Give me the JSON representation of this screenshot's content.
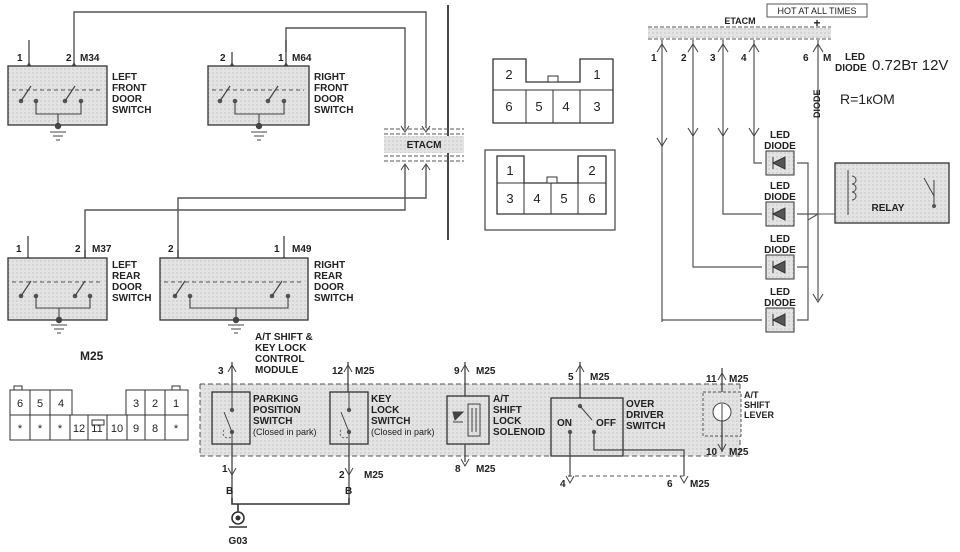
{
  "switches": {
    "lf": {
      "pins": [
        "1",
        "2"
      ],
      "conn": "M34",
      "name": [
        "LEFT",
        "FRONT",
        "DOOR",
        "SWITCH"
      ]
    },
    "rf": {
      "pins": [
        "2",
        "1"
      ],
      "conn": "M64",
      "name": [
        "RIGHT",
        "FRONT",
        "DOOR",
        "SWITCH"
      ]
    },
    "lr": {
      "pins": [
        "1",
        "2"
      ],
      "conn": "M37",
      "name": [
        "LEFT",
        "REAR",
        "DOOR",
        "SWITCH"
      ]
    },
    "rr": {
      "pins": [
        "2",
        "1"
      ],
      "conn": "M49",
      "name": [
        "RIGHT",
        "REAR",
        "DOOR",
        "SWITCH"
      ]
    }
  },
  "etacm_mid": "ETACM",
  "connector_top": {
    "row1": [
      "2",
      "",
      "1"
    ],
    "row2": [
      "6",
      "5",
      "4",
      "3"
    ]
  },
  "connector_bottom": {
    "row1": [
      "1",
      "",
      "2"
    ],
    "row2": [
      "3",
      "4",
      "5",
      "6"
    ]
  },
  "led_panel": {
    "hot_label": "HOT AT ALL TIMES",
    "etacm": "ETACM",
    "plus": "+",
    "pins": [
      "1",
      "2",
      "3",
      "4",
      "6"
    ],
    "m_label": "M",
    "led_label": [
      "LED",
      "DIODE"
    ],
    "spec": "0.72Вт 12V",
    "resistor": "R=1кОМ",
    "diode": "DIODE",
    "relay": "RELAY",
    "leds": [
      [
        "LED",
        "DIODE"
      ],
      [
        "LED",
        "DIODE"
      ],
      [
        "LED",
        "DIODE"
      ],
      [
        "LED",
        "DIODE"
      ]
    ]
  },
  "m25": {
    "title": "M25",
    "row1": [
      "6",
      "5",
      "4",
      "",
      "3",
      "2",
      "1"
    ],
    "row2": [
      "*",
      "*",
      "*",
      "12",
      "11",
      "10",
      "9",
      "8",
      "*"
    ]
  },
  "module": {
    "title": [
      "A/T SHIFT &",
      "KEY LOCK",
      "CONTROL",
      "MODULE"
    ],
    "pp": {
      "top_pin": "3",
      "bot_pin": "1",
      "bot_wire": "B",
      "name": [
        "PARKING",
        "POSITION",
        "SWITCH"
      ],
      "note": "(Closed in park)"
    },
    "kl": {
      "top_pin": "12",
      "top_conn": "M25",
      "bot_pin": "2",
      "bot_conn": "M25",
      "bot_wire": "B",
      "name": [
        "KEY",
        "LOCK",
        "SWITCH"
      ],
      "note": "(Closed in park)"
    },
    "sol": {
      "top_pin": "9",
      "top_conn": "M25",
      "bot_pin": "8",
      "bot_conn": "M25",
      "name": [
        "A/T",
        "SHIFT",
        "LOCK",
        "SOLENOID"
      ]
    },
    "od": {
      "top_pin": "5",
      "top_conn": "M25",
      "on": "ON",
      "off": "OFF",
      "name": [
        "OVER",
        "DRIVER",
        "SWITCH"
      ],
      "bot_pin_a": "4",
      "bot_pin_b": "6",
      "bot_conn": "M25"
    },
    "lever": {
      "top_pin": "11",
      "top_conn": "M25",
      "bot_pin": "10",
      "bot_conn": "M25",
      "name": [
        "A/T",
        "SHIFT",
        "LEVER"
      ]
    }
  },
  "ground": "G03"
}
